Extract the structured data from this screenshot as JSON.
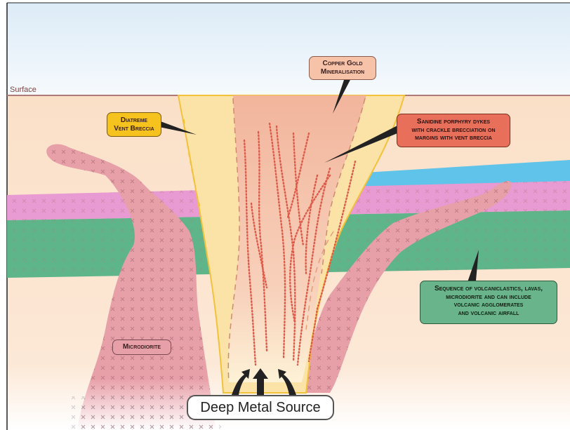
{
  "diagram": {
    "surface_label": "Surface",
    "labels": {
      "copper_gold": [
        "Copper Gold",
        "Mineralisation"
      ],
      "diatreme": [
        "Diatreme",
        "Vent Breccia"
      ],
      "sanidine": [
        "Sanidine porphyry dykes",
        "with crackle brecciation on",
        "margins with vent breccia"
      ],
      "sequence": [
        "Sequence of volcaniclastics, lavas,",
        "microdiorite and can include",
        "volcanic agglomerates",
        "and volcanic airfall"
      ],
      "microdiorite": "Microdiorite",
      "deep_source": "Deep Metal Source"
    },
    "colors": {
      "sky_top": "#e8f2fa",
      "ground": "#fbe3cc",
      "pink_layer": "#e89ad2",
      "green_layer": "#5fb58a",
      "blue_layer": "#5fc3ea",
      "microdiorite": "#e8a0a8",
      "diatreme": "#fbe3a8",
      "mineral_core": "#f2b8a0",
      "dykes": "#e05a4a",
      "label_copper": "#f6c2a8",
      "label_diatreme": "#f6c21e",
      "label_sanidine": "#e8705a",
      "label_sequence": "#6ab48c"
    }
  }
}
